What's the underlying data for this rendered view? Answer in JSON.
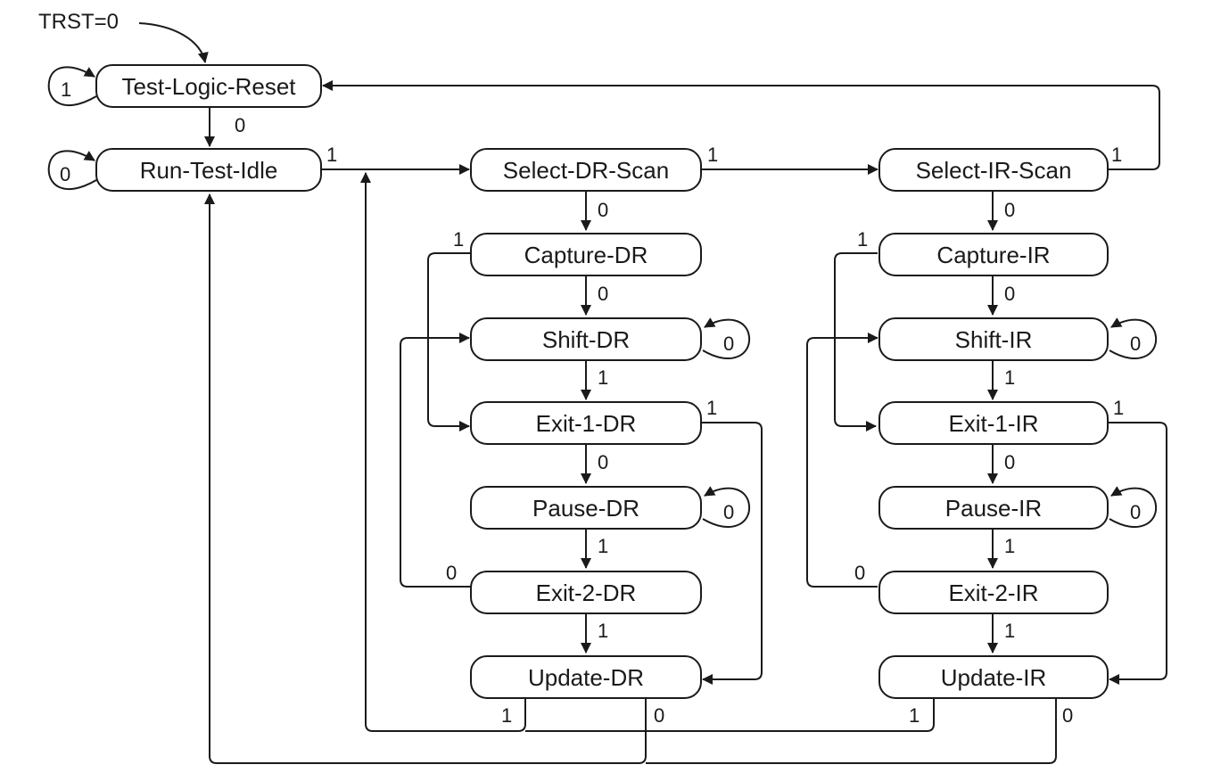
{
  "trst_label": "TRST=0",
  "states": {
    "test_logic_reset": "Test-Logic-Reset",
    "run_test_idle": "Run-Test-Idle",
    "select_dr_scan": "Select-DR-Scan",
    "capture_dr": "Capture-DR",
    "shift_dr": "Shift-DR",
    "exit1_dr": "Exit-1-DR",
    "pause_dr": "Pause-DR",
    "exit2_dr": "Exit-2-DR",
    "update_dr": "Update-DR",
    "select_ir_scan": "Select-IR-Scan",
    "capture_ir": "Capture-IR",
    "shift_ir": "Shift-IR",
    "exit1_ir": "Exit-1-IR",
    "pause_ir": "Pause-IR",
    "exit2_ir": "Exit-2-IR",
    "update_ir": "Update-IR"
  },
  "transitions": {
    "tlr_self": "1",
    "tlr_to_rti": "0",
    "rti_self": "0",
    "rti_to_sdr": "1",
    "sdr_to_sir": "1",
    "sdr_to_cdr": "0",
    "cdr_to_shdr": "0",
    "cdr_to_e1dr": "1",
    "shdr_self": "0",
    "shdr_to_e1dr": "1",
    "e1dr_to_pdr": "0",
    "e1dr_to_udr": "1",
    "pdr_self": "0",
    "pdr_to_e2dr": "1",
    "e2dr_to_shdr": "0",
    "e2dr_to_udr": "1",
    "udr_to_sdr": "1",
    "udr_to_rti": "0",
    "sir_to_tlr": "1",
    "sir_to_cir": "0",
    "cir_to_shir": "0",
    "cir_to_e1ir": "1",
    "shir_self": "0",
    "shir_to_e1ir": "1",
    "e1ir_to_pir": "0",
    "e1ir_to_uir": "1",
    "pir_self": "0",
    "pir_to_e2ir": "1",
    "e2ir_to_shir": "0",
    "e2ir_to_uir": "1",
    "uir_to_sdr": "1",
    "uir_to_rti": "0"
  }
}
